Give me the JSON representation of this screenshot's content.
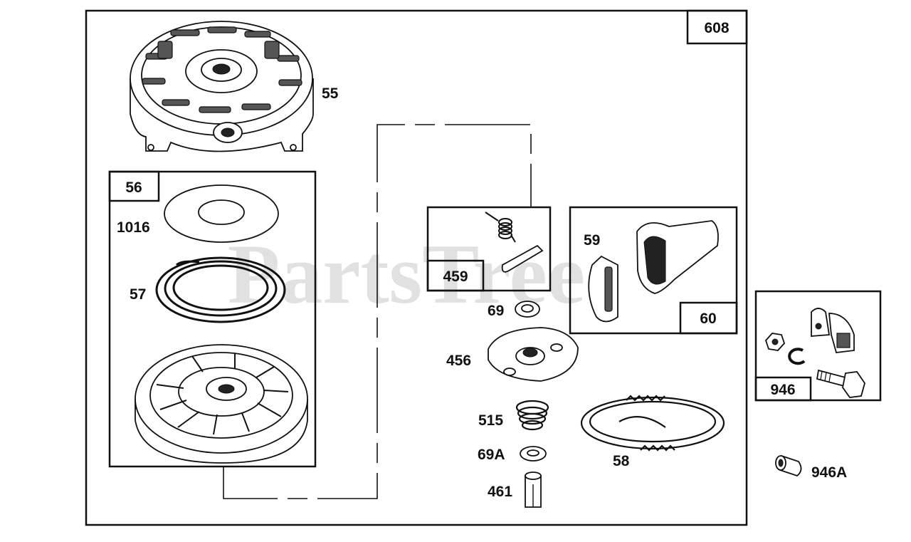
{
  "watermark": "PartsTree",
  "callouts": {
    "assembly": "608",
    "housing": "55",
    "pulley_kit": "56",
    "washer_1016": "1016",
    "spring_57": "57",
    "rope": "58",
    "pawl_kit": "459",
    "handle_kit": "60",
    "insert_59": "59",
    "washer_69": "69",
    "retainer_456": "456",
    "spring_515": "515",
    "washer_69a": "69A",
    "pin_461": "461",
    "hardware_kit": "946",
    "bushing_946a": "946A"
  }
}
